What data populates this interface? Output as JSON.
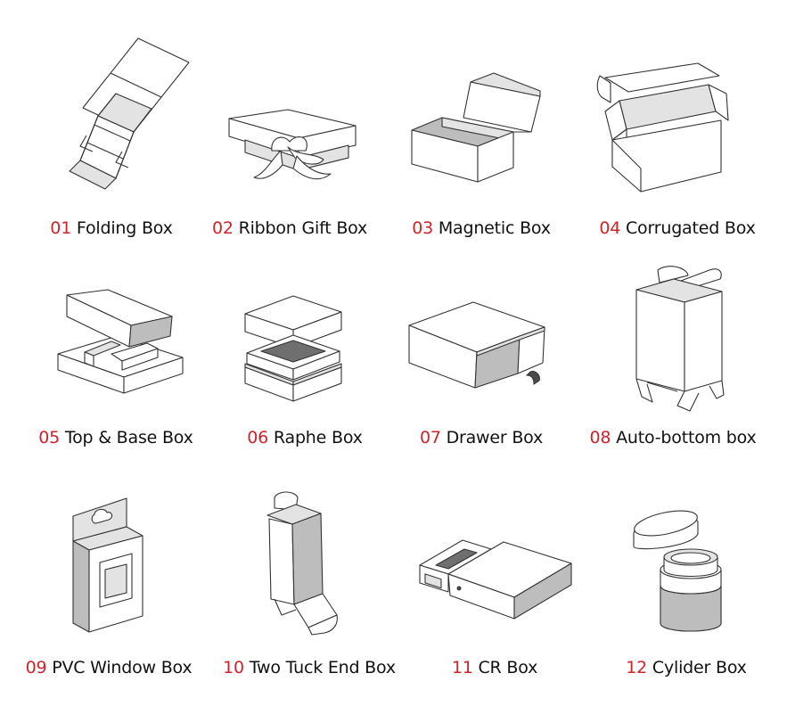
{
  "colors": {
    "number": "#d1232a",
    "label": "#111111",
    "outline": "#333333",
    "shade": "#bdbdbd"
  },
  "boxes": [
    {
      "num": "01",
      "label": "Folding Box",
      "icon": "folding-box-icon"
    },
    {
      "num": "02",
      "label": "Ribbon Gift Box",
      "icon": "ribbon-gift-box-icon"
    },
    {
      "num": "03",
      "label": "Magnetic Box",
      "icon": "magnetic-box-icon"
    },
    {
      "num": "04",
      "label": "Corrugated Box",
      "icon": "corrugated-box-icon"
    },
    {
      "num": "05",
      "label": "Top & Base Box",
      "icon": "top-base-box-icon"
    },
    {
      "num": "06",
      "label": "Raphe Box",
      "icon": "raphe-box-icon"
    },
    {
      "num": "07",
      "label": "Drawer Box",
      "icon": "drawer-box-icon"
    },
    {
      "num": "08",
      "label": "Auto-bottom box",
      "icon": "auto-bottom-box-icon"
    },
    {
      "num": "09",
      "label": "PVC Window Box",
      "icon": "pvc-window-box-icon"
    },
    {
      "num": "10",
      "label": "Two Tuck End Box",
      "icon": "two-tuck-end-box-icon"
    },
    {
      "num": "11",
      "label": "CR Box",
      "icon": "cr-box-icon"
    },
    {
      "num": "12",
      "label": "Cylider Box",
      "icon": "cylinder-box-icon"
    }
  ]
}
